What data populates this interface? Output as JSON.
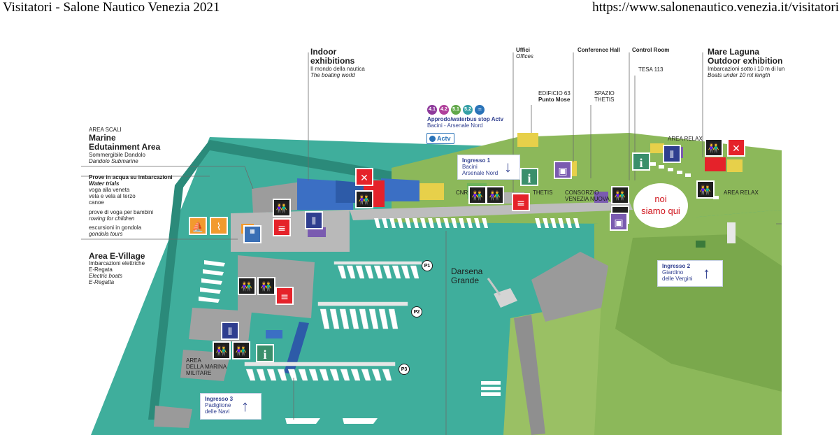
{
  "header": {
    "title": "Visitatori - Salone Nautico Venezia 2021",
    "url": "https://www.salonenautico.venezia.it/visitatori"
  },
  "labels": {
    "indoor": {
      "title": "Indoor",
      "title2": "exhibitions",
      "it": "Il mondo della nautica",
      "en": "The boating world"
    },
    "uffici": {
      "it": "Uffici",
      "en": "Offices"
    },
    "conference": "Conference Hall",
    "control": "Control Room",
    "tesa": "TESA 113",
    "mare_laguna": {
      "title": "Mare Laguna",
      "title2": "Outdoor exhibition",
      "it": "Imbarcazioni sotto i 10 m di lun",
      "en": "Boats under 10 mt length"
    },
    "edificio": {
      "line1": "EDIFICIO 63",
      "line2": "Punto Mose"
    },
    "spazio": {
      "line1": "SPAZIO",
      "line2": "THETIS"
    },
    "waterbus": {
      "title": "Approdo/waterbus stop Actv",
      "sub": "Bacini - Arsenale Nord",
      "lines": [
        "4.1",
        "4.2",
        "5.1",
        "5.2"
      ],
      "logo": "Actv"
    },
    "area_scali": {
      "small": "AREA SCALI",
      "title": "Marine",
      "title2": "Edutainment Area",
      "it": "Sommergibile Dandolo",
      "en": "Dandolo Submarine"
    },
    "prove": {
      "title_it": "Prove in acqua su imbarcazioni",
      "title_en": "Water trials",
      "l1": "voga alla veneta",
      "l2": "vela e vela al terzo",
      "l3": "canoe",
      "l4": "prove di voga per bambini",
      "l5": "rowing for children",
      "l6": "escursioni in gondola",
      "l7": "gondola tours"
    },
    "evillage": {
      "title": "Area E-Village",
      "it1": "Imbarcazioni elettriche",
      "it2": "E-Regata",
      "en1": "Electric boats",
      "en2": "E-Regatta"
    },
    "cnr": "CNR",
    "thetis": "THETIS",
    "consorzio": {
      "line1": "CONSORZIO",
      "line2": "VENEZIA NUOVA"
    },
    "area_relax_top": "AREA RELAX",
    "area_relax": "AREA RELAX",
    "darsena": {
      "line1": "Darsena",
      "line2": "Grande"
    },
    "marina": {
      "line1": "AREA",
      "line2": "DELLA MARINA",
      "line3": "MILITARE"
    },
    "noi": {
      "line1": "noi",
      "line2": "siamo qui"
    },
    "piers": [
      "P1",
      "P2",
      "P3"
    ]
  },
  "entrances": [
    {
      "title": "Ingresso 1",
      "line1": "Bacini",
      "line2": "Arsenale Nord",
      "arrow": "↓"
    },
    {
      "title": "Ingresso 2",
      "line1": "Giardino",
      "line2": "delle Vergini",
      "arrow": "↑"
    },
    {
      "title": "Ingresso 3",
      "line1": "Padiglione",
      "line2": "delle Navi",
      "arrow": "↑"
    }
  ],
  "colors": {
    "water": "#3fae9c",
    "land_green": "#8cb85a",
    "quay": "#9a9a9a",
    "hall_blue": "#3b6fc4",
    "accent_red": "#e5222a",
    "entrance_blue": "#2f3e8f",
    "line_41": "#8e3a9b",
    "line_42": "#b0419b",
    "line_51": "#62a84a",
    "line_52": "#35a0a6"
  },
  "icons": {
    "toilet": "wc-icon",
    "restaurant": "restaurant-icon",
    "info": "info-icon",
    "shop": "shop-icon",
    "service": "service-icon",
    "desk": "desk-icon",
    "first_aid": "first-aid-icon",
    "relax": "relax-icon"
  }
}
